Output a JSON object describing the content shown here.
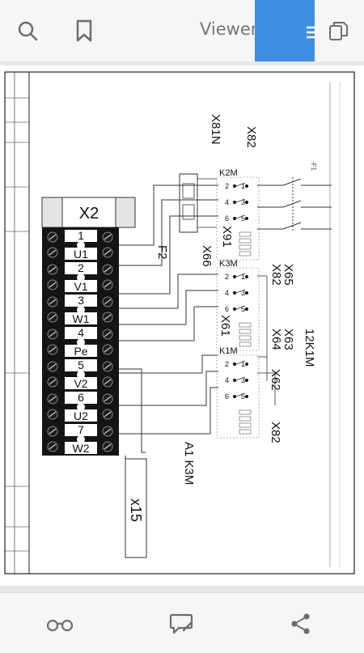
{
  "header": {
    "title": "Viewer"
  },
  "icons": {
    "search": "search-icon",
    "bookmark": "bookmark-icon",
    "menu": "menu-icon",
    "copy": "copy-icon",
    "reading_mode": "glasses-icon",
    "comment": "comment-edit-icon",
    "share": "share-icon"
  },
  "colors": {
    "accent": "#3f8fe6",
    "toolbar_bg": "#f6f6f6",
    "icon_gray": "#6d6d6d"
  },
  "drawing": {
    "terminal_block": {
      "label": "X2",
      "terminals": [
        {
          "number": "1",
          "name": "U1"
        },
        {
          "number": "2",
          "name": "V1"
        },
        {
          "number": "3",
          "name": "W1"
        },
        {
          "number": "4",
          "name": "Pe"
        },
        {
          "number": "5",
          "name": "V2"
        },
        {
          "number": "6",
          "name": "U2"
        },
        {
          "number": "7",
          "name": "W2"
        }
      ]
    },
    "labels": {
      "x81n": "X81N",
      "x82_top": "X82",
      "f2": "F2",
      "x91": "X91",
      "x66": "X66",
      "x65": "X65",
      "x82_mid": "X82",
      "x61": "X61",
      "x63": "X63",
      "x64": "X64",
      "k12k1m": "12K1M",
      "x62": "X62",
      "x82_bottom": "X82",
      "a1k3m": "A1 K3M",
      "x15": "x15",
      "f1": "-F1"
    },
    "contactors": [
      {
        "name": "K2M",
        "pins_left": [
          "2",
          "4",
          "6"
        ],
        "pins_right": [
          "1",
          "3",
          "5"
        ]
      },
      {
        "name": "K3M",
        "pins_left": [
          "2",
          "4",
          "6"
        ],
        "pins_right": [
          "1",
          "3",
          "5"
        ]
      },
      {
        "name": "K1M",
        "pins_left": [
          "2",
          "4",
          "6"
        ],
        "pins_right": [
          "1",
          "3",
          "5"
        ]
      }
    ]
  }
}
